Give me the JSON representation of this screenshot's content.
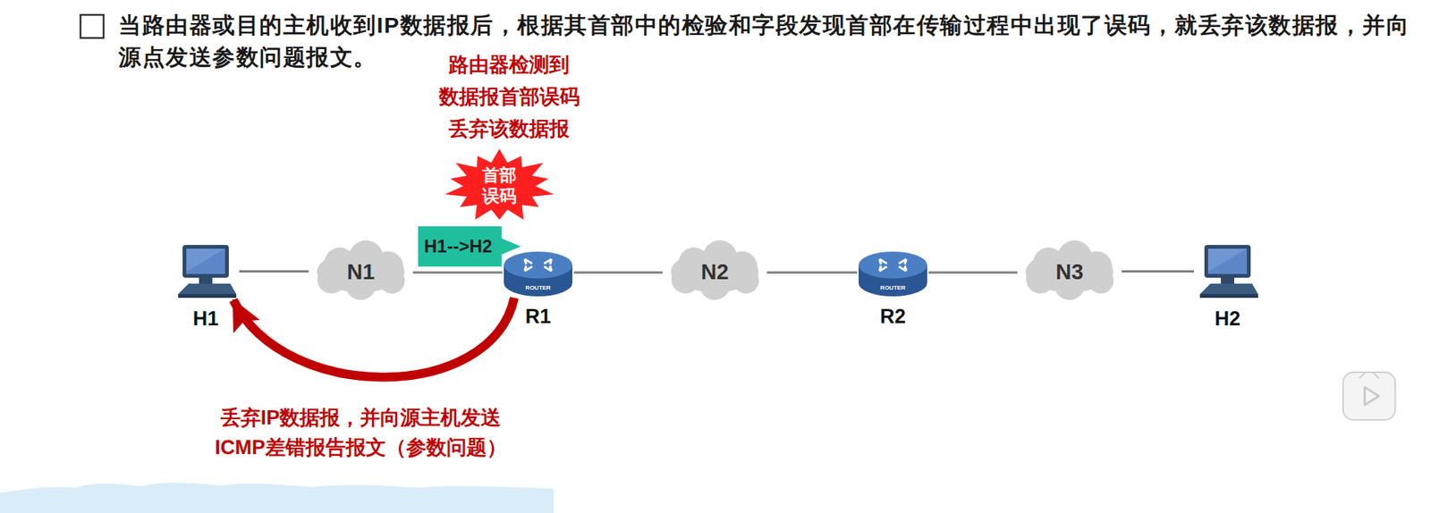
{
  "diagram": {
    "title": "当路由器或目的主机收到IP数据报后，根据其首部中的检验和字段发现首部在传输过程中出现了误码，就丢弃该数据报，并向源点发送参数问题报文。",
    "nodes": [
      {
        "text": [
          "H1"
        ]
      },
      {
        "text": [
          "N1"
        ]
      },
      {
        "text": [
          "首部 误码"
        ]
      },
      {
        "text": [
          "H1-->H2"
        ]
      },
      {
        "text": [
          "R1"
        ]
      },
      {
        "text": [
          "N2"
        ]
      },
      {
        "text": [
          "R2"
        ]
      },
      {
        "text": [
          "N3"
        ]
      },
      {
        "text": [
          "H2"
        ]
      }
    ],
    "edges": [
      {
        "from": 0,
        "to": 1,
        "arrow": "none"
      },
      {
        "from": 1,
        "to": 4,
        "arrow": "none"
      },
      {
        "from": 4,
        "to": 5,
        "arrow": "none"
      },
      {
        "from": 5,
        "to": 6,
        "arrow": "none"
      },
      {
        "from": 6,
        "to": 7,
        "arrow": "none"
      },
      {
        "from": 7,
        "to": 8,
        "arrow": "none"
      },
      {
        "from": 4,
        "to": 0,
        "label": "丢弃IP数据报，并向源主机发送 ICMP差错报告报文（参数问题）",
        "arrow": "to"
      }
    ],
    "labels": [
      "路由器检测到 数据报首部误码 丢弃该数据报",
      "ROUTER",
      "ROUTER"
    ]
  }
}
